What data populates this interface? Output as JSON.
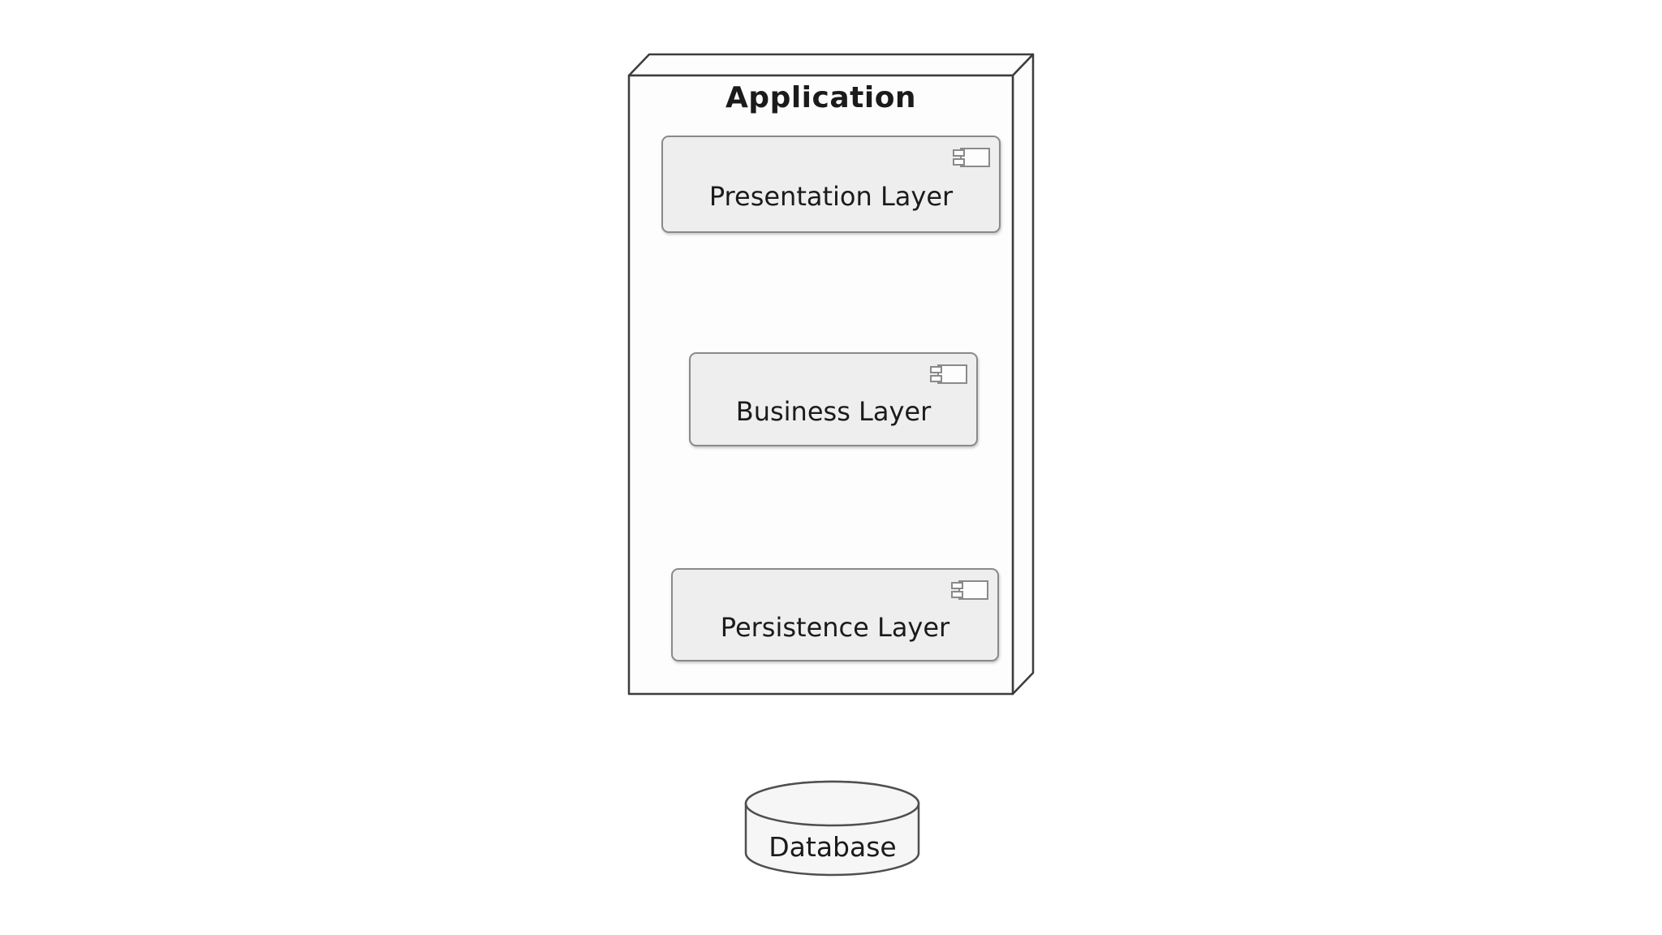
{
  "node": {
    "title": "Application",
    "components": [
      {
        "label": "Presentation Layer",
        "icon": "uml-component-icon"
      },
      {
        "label": "Business Layer",
        "icon": "uml-component-icon"
      },
      {
        "label": "Persistence Layer",
        "icon": "uml-component-icon"
      }
    ]
  },
  "database": {
    "label": "Database"
  },
  "colors": {
    "background": "#ffffff",
    "node_fill": "#fdfdfd",
    "node_border": "#3d3d3d",
    "component_fill": "#eeeeee",
    "component_border": "#8a8a8a",
    "icon_fill": "#fdfdfd",
    "icon_border": "#8a8a8a",
    "cylinder_fill": "#f6f6f6",
    "cylinder_border": "#4f4f4f",
    "text": "#1b1b1b"
  }
}
